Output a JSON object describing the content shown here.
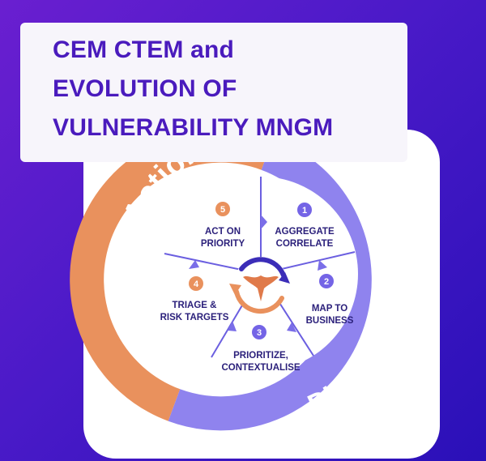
{
  "title": {
    "lines": [
      "CEM CTEM and",
      "EVOLUTION OF",
      "VULNERABILITY MNGM"
    ]
  },
  "ring": {
    "action_label": "Action",
    "diagnose_label": "Diagnose"
  },
  "steps": [
    {
      "number": "1",
      "lines": [
        "AGGREGATE",
        "CORRELATE"
      ]
    },
    {
      "number": "2",
      "lines": [
        "MAP TO",
        "BUSINESS"
      ]
    },
    {
      "number": "3",
      "lines": [
        "PRIORITIZE,",
        "CONTEXTUALISE"
      ]
    },
    {
      "number": "4",
      "lines": [
        "TRIAGE &",
        "RISK TARGETS"
      ]
    },
    {
      "number": "5",
      "lines": [
        "ACT ON",
        "PRIORITY"
      ]
    }
  ],
  "colors": {
    "background": "#4a1ac8",
    "title_text": "#4a1bbd",
    "action_arc": "#e9915d",
    "diagnose_arc": "#8f83ee",
    "segment_fill": "#ffffff",
    "segment_line": "#6b5fe0",
    "step_text": "#2a1f7a",
    "badge_orange": "#e9915d",
    "badge_purple": "#7464e6"
  },
  "icons": {
    "center": "phoenix-cycle-icon"
  }
}
